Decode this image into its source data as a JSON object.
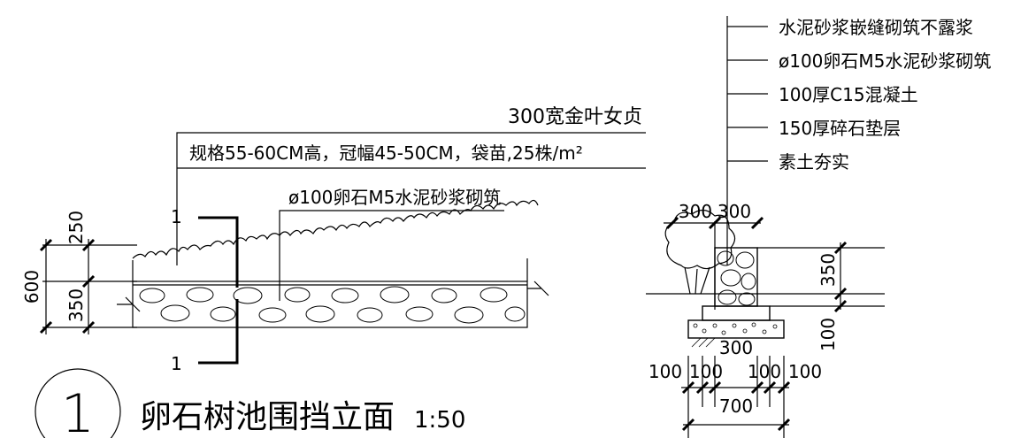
{
  "left": {
    "labels": {
      "plant_name": "300宽金叶女贞",
      "plant_spec": "规格55-60CM高，冠幅45-50CM，袋苗,25株/m²",
      "stone_masonry": "ø100卵石M5水泥砂浆砌筑"
    },
    "dims": {
      "top": "250",
      "bottom": "350",
      "total": "600"
    },
    "section_mark": "1",
    "title": {
      "number": "1",
      "text": "卵石树池围挡立面",
      "scale": "1:50"
    }
  },
  "right": {
    "layers": [
      "水泥砂浆嵌缝砌筑不露浆",
      "ø100卵石M5水泥砂浆砌筑",
      "100厚C15混凝土",
      "150厚碎石垫层",
      "素土夯实"
    ],
    "dims": {
      "top_a": "300",
      "top_b": "300",
      "height_upper": "350",
      "height_lower": "100",
      "inner_width": "300",
      "seg_1": "100",
      "seg_2": "100",
      "seg_3": "100",
      "seg_4": "100",
      "overall": "700"
    }
  }
}
